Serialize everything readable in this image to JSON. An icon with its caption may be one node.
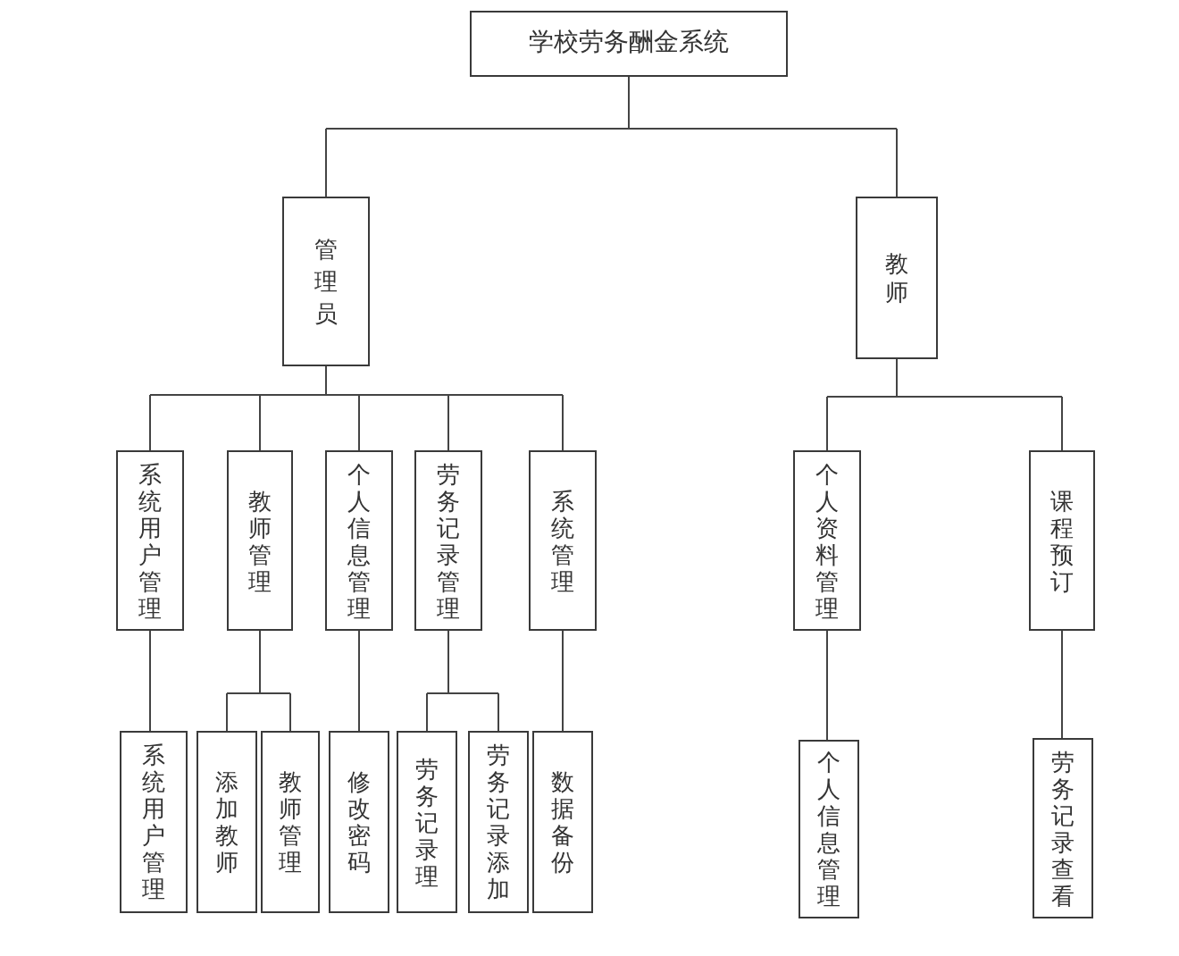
{
  "diagram": {
    "nodes": [
      {
        "text": [
          "学校劳务酬金系统"
        ]
      },
      {
        "text": [
          "管理员"
        ]
      },
      {
        "text": [
          "教师"
        ]
      },
      {
        "text": [
          "系统用户管理"
        ]
      },
      {
        "text": [
          "教师管理"
        ]
      },
      {
        "text": [
          "个人信息管理"
        ]
      },
      {
        "text": [
          "劳务记录管理"
        ]
      },
      {
        "text": [
          "系统管理"
        ]
      },
      {
        "text": [
          "个人资料管理"
        ]
      },
      {
        "text": [
          "课程预订"
        ]
      },
      {
        "text": [
          "系统用户管理"
        ]
      },
      {
        "text": [
          "添加教师"
        ]
      },
      {
        "text": [
          "教师管理"
        ]
      },
      {
        "text": [
          "修改密码"
        ]
      },
      {
        "text": [
          "劳务记录理"
        ]
      },
      {
        "text": [
          "劳务记录添加"
        ]
      },
      {
        "text": [
          "数据备份"
        ]
      },
      {
        "text": [
          "个人信息管理"
        ]
      },
      {
        "text": [
          "劳务记录查看"
        ]
      }
    ],
    "edges": [
      {
        "from": 0,
        "to": 1,
        "arrow": "none"
      },
      {
        "from": 0,
        "to": 2,
        "arrow": "none"
      },
      {
        "from": 1,
        "to": 3,
        "arrow": "none"
      },
      {
        "from": 1,
        "to": 4,
        "arrow": "none"
      },
      {
        "from": 1,
        "to": 5,
        "arrow": "none"
      },
      {
        "from": 1,
        "to": 6,
        "arrow": "none"
      },
      {
        "from": 1,
        "to": 7,
        "arrow": "none"
      },
      {
        "from": 2,
        "to": 8,
        "arrow": "none"
      },
      {
        "from": 2,
        "to": 9,
        "arrow": "none"
      },
      {
        "from": 3,
        "to": 10,
        "arrow": "none"
      },
      {
        "from": 4,
        "to": 11,
        "arrow": "none"
      },
      {
        "from": 4,
        "to": 12,
        "arrow": "none"
      },
      {
        "from": 5,
        "to": 13,
        "arrow": "none"
      },
      {
        "from": 6,
        "to": 14,
        "arrow": "none"
      },
      {
        "from": 6,
        "to": 15,
        "arrow": "none"
      },
      {
        "from": 7,
        "to": 16,
        "arrow": "none"
      },
      {
        "from": 8,
        "to": 17,
        "arrow": "none"
      },
      {
        "from": 9,
        "to": 18,
        "arrow": "none"
      }
    ]
  }
}
